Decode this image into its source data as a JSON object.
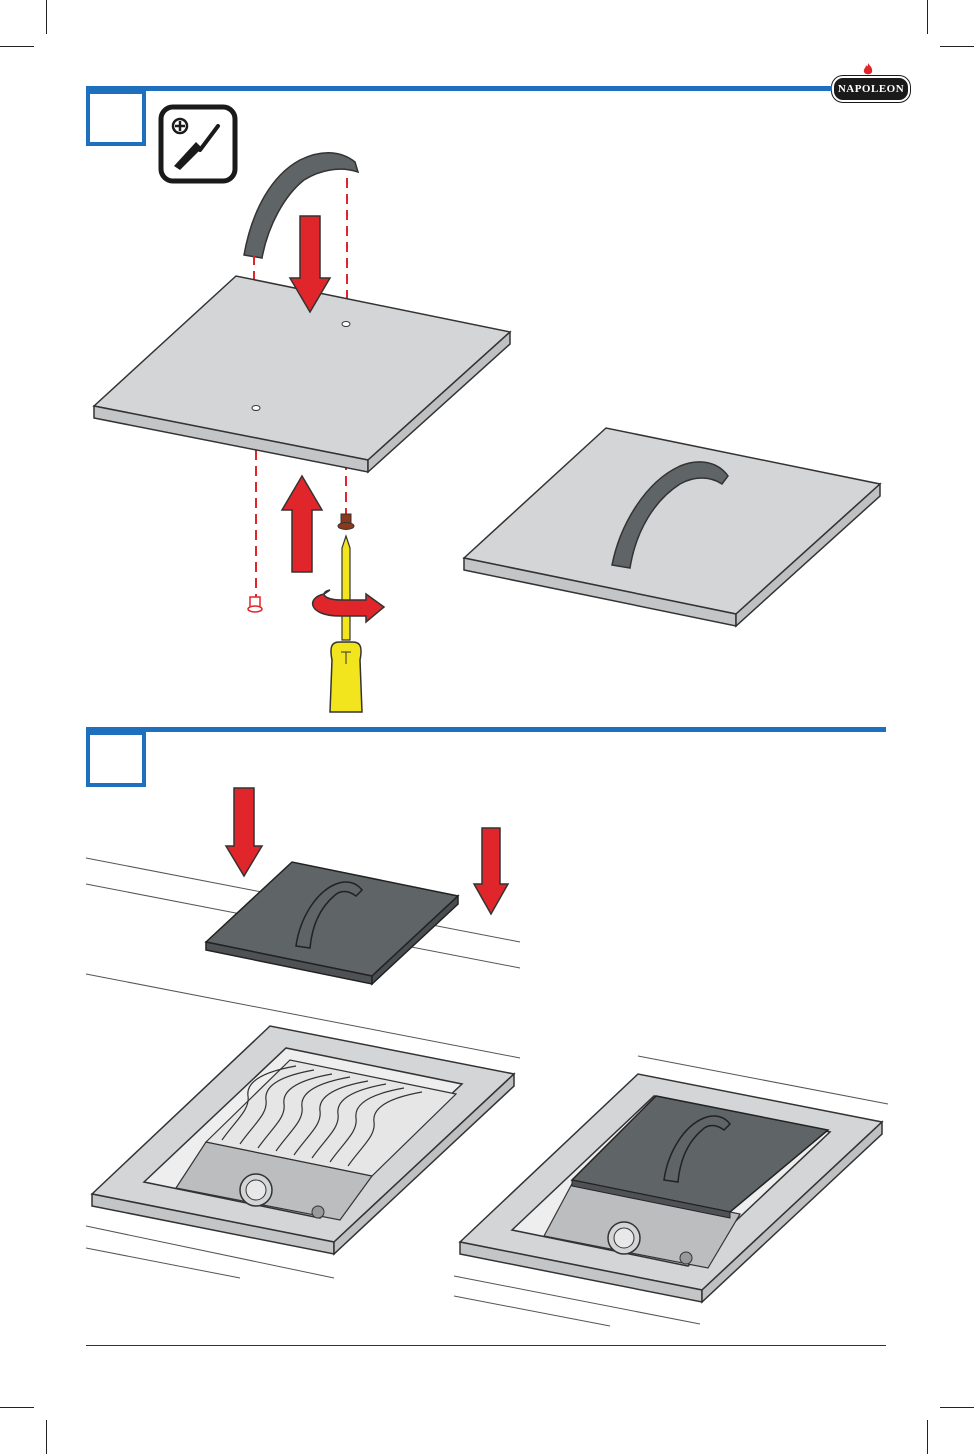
{
  "brand": {
    "logo_text": "NAPOLEON"
  },
  "colors": {
    "accent": "#1f6fbf",
    "arrow_red": "#e0262b",
    "panel_light": "#d4d5d7",
    "panel_dark": "#5f6466",
    "handle": "#5f6466",
    "tool_yellow": "#f2e51d"
  },
  "steps": [
    {
      "id": "step-1",
      "number": "",
      "tool_icon": "phillips-screwdriver-icon"
    },
    {
      "id": "step-2",
      "number": ""
    }
  ]
}
